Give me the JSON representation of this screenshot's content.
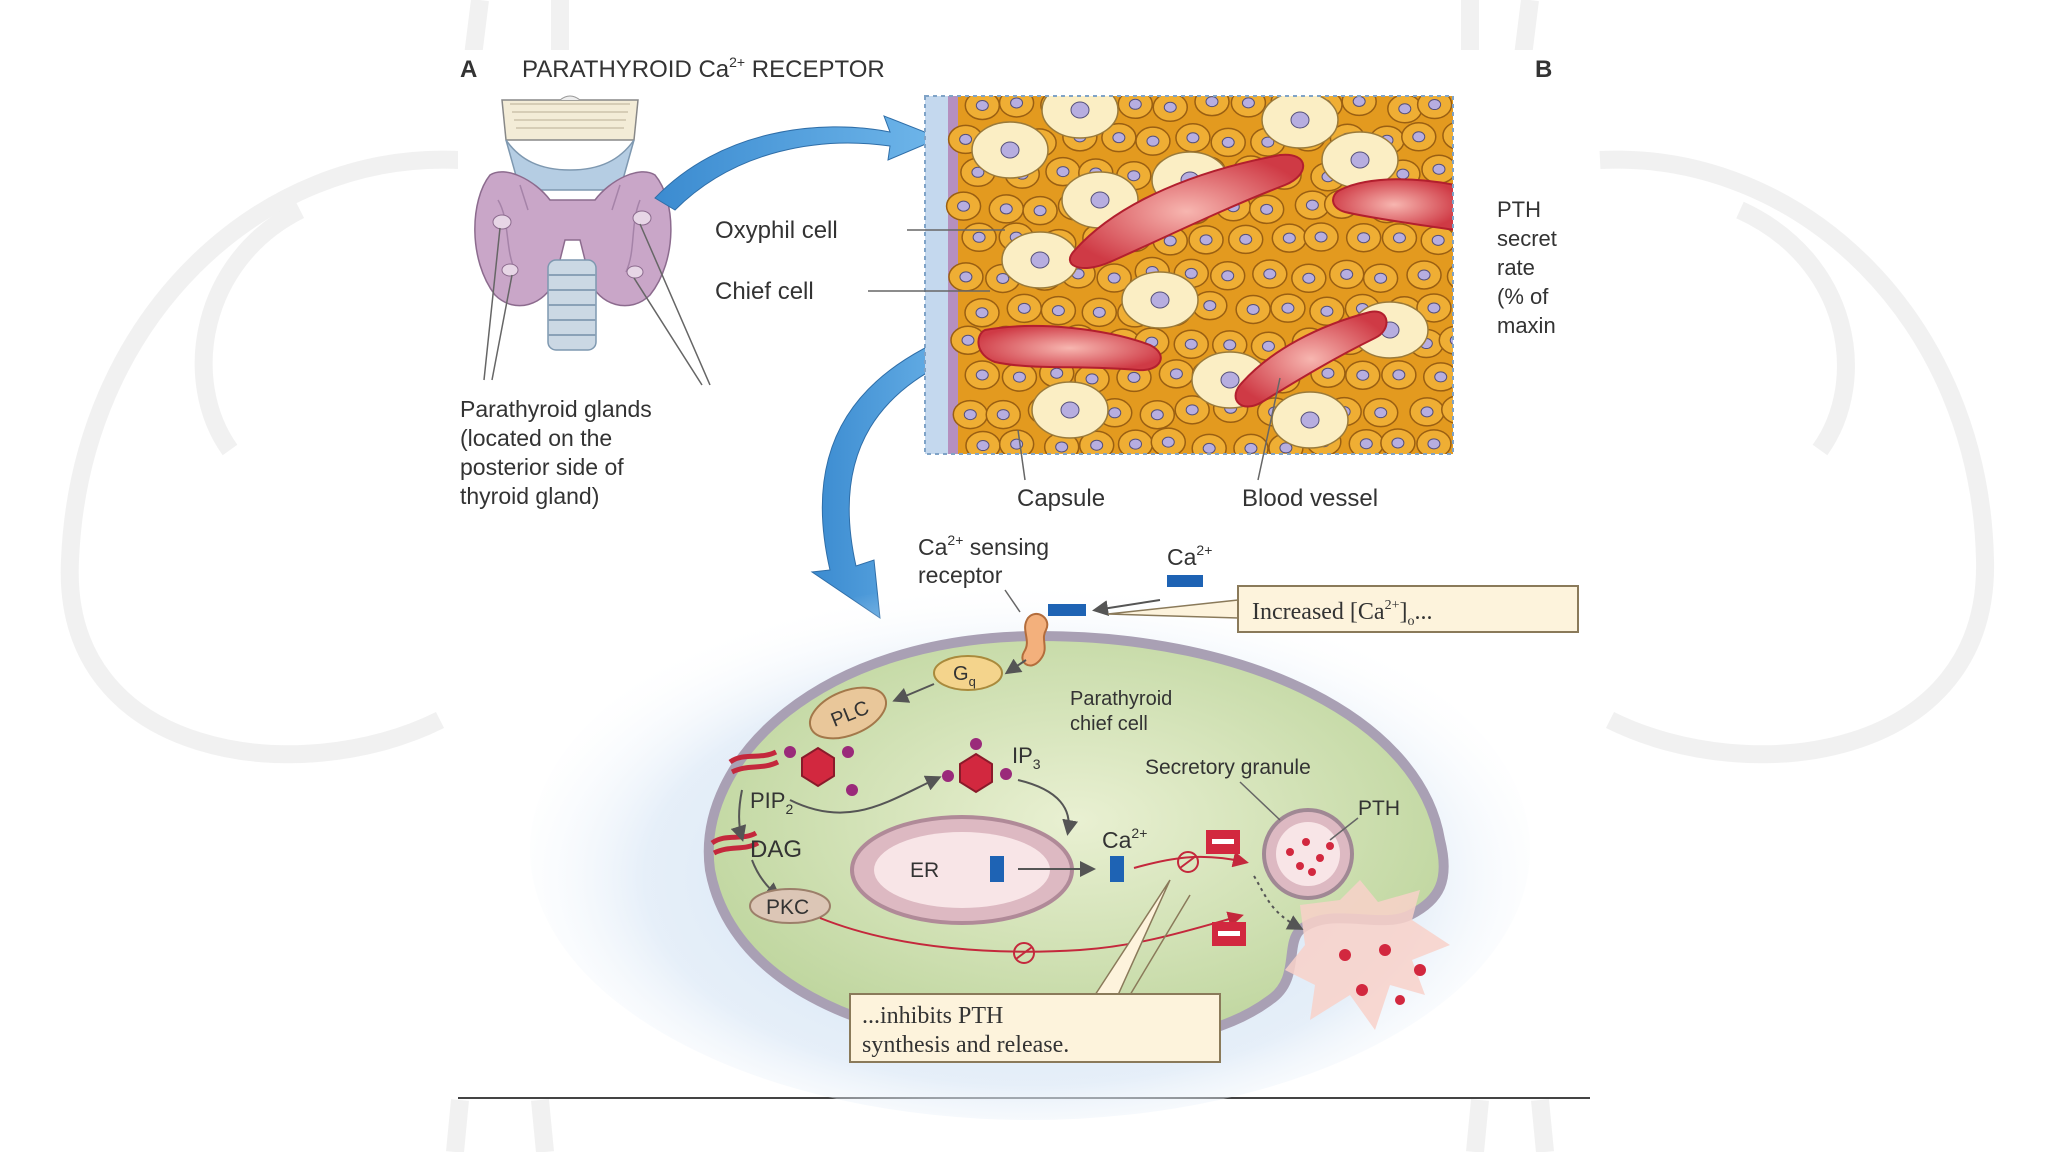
{
  "figure": {
    "panel_a_letter": "A",
    "panel_a_title": "PARATHYROID Ca",
    "panel_a_title_sup": "2+",
    "panel_a_title_suffix": " RECEPTOR",
    "panel_b_letter": "B"
  },
  "gland": {
    "label_lines": [
      "Parathyroid glands",
      "(located on the",
      "posterior side of",
      "thyroid gland)"
    ]
  },
  "tissue": {
    "oxyphil_label": "Oxyphil cell",
    "chief_label": "Chief cell",
    "capsule_label": "Capsule",
    "vessel_label": "Blood vessel"
  },
  "panel_b": {
    "lines": [
      "PTH",
      "secret",
      "rate",
      "(% of",
      "maxin"
    ]
  },
  "receptor": {
    "label_line1": "Ca",
    "label_line1_sup": "2+",
    "label_line1_suffix": " sensing",
    "label_line2": "receptor",
    "ca_label": "Ca",
    "ca_sup": "2+",
    "callout_prefix": "Increased [Ca",
    "callout_sup": "2+",
    "callout_suffix": "]",
    "callout_sub": "o",
    "callout_tail": "...",
    "callout_bottom_line1": "...inhibits PTH",
    "callout_bottom_line2": "synthesis and release."
  },
  "cell": {
    "name_line1": "Parathyroid",
    "name_line2": "chief cell",
    "gq": "G",
    "gq_sub": "q",
    "plc": "PLC",
    "pip2": "PIP",
    "pip2_sub": "2",
    "ip3": "IP",
    "ip3_sub": "3",
    "dag": "DAG",
    "pkc": "PKC",
    "er": "ER",
    "ca_inner": "Ca",
    "ca_inner_sup": "2+",
    "granule_label": "Secretory granule",
    "pth_label": "PTH"
  },
  "colors": {
    "arrow_blue": "#4a9ad8",
    "tissue_orange": "#e39a1f",
    "vessel_red": "#d9424a",
    "cell_green": "#c7dcab",
    "ca_blue": "#1e63b4",
    "inhibit_red": "#d2283f",
    "callout_fill": "#fdf3dc"
  }
}
